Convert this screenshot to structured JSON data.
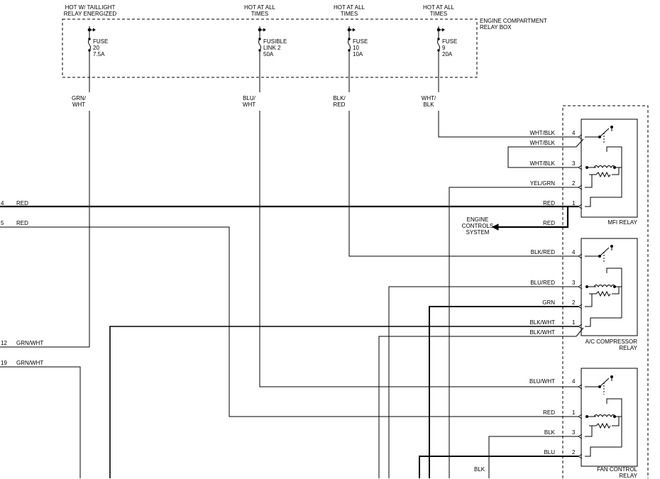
{
  "fuse_box": {
    "label": "ENGINE COMPARTMENT\nRELAY BOX",
    "supplies": [
      {
        "header": "HOT W/ TAILLIGHT\nRELAY ENERGIZED",
        "fuse": "FUSE\n20\n7.5A",
        "wire": "GRN/\nWHT"
      },
      {
        "header": "HOT AT ALL\nTIMES",
        "fuse": "FUSIBLE\nLINK 2\n50A",
        "wire": "BLU/\nWHT"
      },
      {
        "header": "HOT AT ALL\nTIMES",
        "fuse": "FUSE\n10\n10A",
        "wire": "BLK/\nRED"
      },
      {
        "header": "HOT AT ALL\nTIMES",
        "fuse": "FUSE\n9\n20A",
        "wire": "WHT/\nBLK"
      }
    ]
  },
  "left_connector": [
    {
      "pin": "4",
      "color": "RED"
    },
    {
      "pin": "5",
      "color": "RED"
    },
    {
      "pin": "12",
      "color": "GRN/WHT"
    },
    {
      "pin": "19",
      "color": "GRN/WHT"
    }
  ],
  "engine_controls": "ENGINE\nCONTROLS\nSYSTEM",
  "engine_controls_wire": "RED",
  "bottom_wire_label": "BLK",
  "relays": [
    {
      "name": "MFI RELAY",
      "pins": [
        {
          "pin": "4",
          "wire": "WHT/BLK"
        },
        {
          "pin": "3",
          "wire": "WHT/BLK"
        },
        {
          "pin": "2",
          "wire": "YEL/GRN"
        },
        {
          "pin": "1",
          "wire": "RED"
        }
      ],
      "jumper_wire": "WHT/BLK"
    },
    {
      "name": "A/C COMPRESSOR\nRELAY",
      "pins": [
        {
          "pin": "4",
          "wire": "BLK/RED"
        },
        {
          "pin": "3",
          "wire": "BLU/RED"
        },
        {
          "pin": "2",
          "wire": "GRN"
        },
        {
          "pin": "1",
          "wire": "BLK/WHT"
        }
      ],
      "jumper_wire": "BLK/WHT"
    },
    {
      "name": "FAN CONTROL\nRELAY",
      "pins": [
        {
          "pin": "4",
          "wire": "BLU/WHT"
        },
        {
          "pin": "1",
          "wire": "RED"
        },
        {
          "pin": "3",
          "wire": "BLK"
        },
        {
          "pin": "2",
          "wire": "BLU"
        }
      ]
    }
  ]
}
